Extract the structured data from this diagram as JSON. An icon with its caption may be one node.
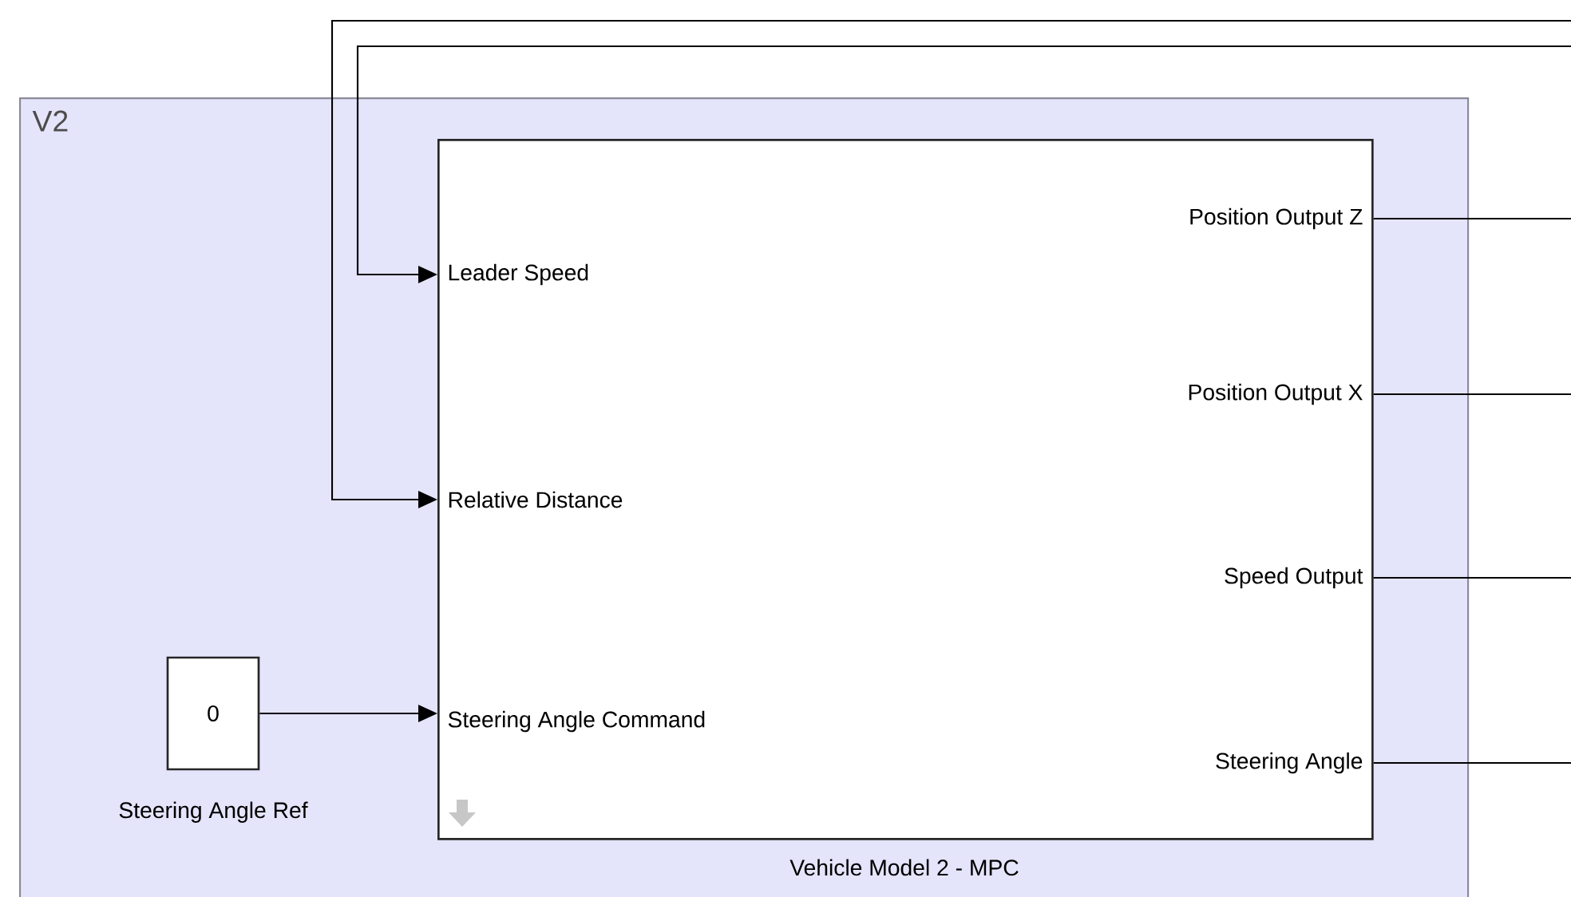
{
  "diagram": {
    "nodes": [
      {
        "text": [
          "V2"
        ]
      },
      {
        "text": [
          "Leader Speed",
          "Relative Distance",
          "Steering Angle Command",
          "Position Output Z",
          "Position Output X",
          "Speed Output",
          "Steering Angle"
        ],
        "beside": [
          "Vehicle Model 2 - MPC"
        ],
        "in": 0
      },
      {
        "text": [
          "0"
        ],
        "beside": [
          "Steering Angle Ref"
        ],
        "in": 0
      }
    ],
    "edges": [
      {
        "from": null,
        "to": 1,
        "arrow": "to"
      },
      {
        "from": null,
        "to": 1,
        "arrow": "to"
      },
      {
        "from": 2,
        "to": 1,
        "arrow": "to"
      },
      {
        "from": 1,
        "to": null,
        "arrow": "none"
      },
      {
        "from": 1,
        "to": null,
        "arrow": "none"
      },
      {
        "from": 1,
        "to": null,
        "arrow": "none"
      },
      {
        "from": 1,
        "to": null,
        "arrow": "none"
      }
    ]
  }
}
